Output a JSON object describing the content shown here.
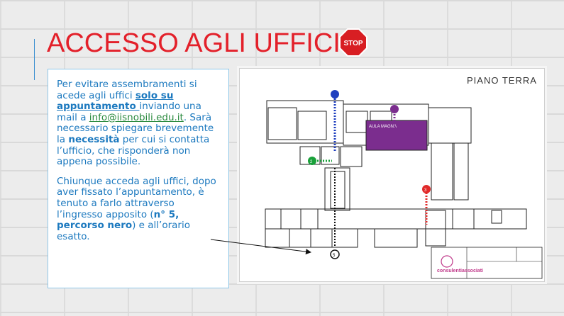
{
  "header": {
    "title": "ACCESSO AGLI UFFICI",
    "stop_sign_text": "STOP"
  },
  "paragraph1": {
    "t1": "Per evitare assembramenti si acede agli uffici ",
    "t2": "solo su appuntamento ",
    "t3": "inviando una mail a ",
    "email": "info@iisnobili.edu.it",
    "t4": ". Sarà necessario spiegare brevemente la ",
    "t5": "necessità",
    "t6": " per cui si contatta l’ufficio, che risponderà non appena possibile."
  },
  "paragraph2": {
    "t1": "Chiunque acceda agli uffici, dopo aver fissato l’appuntamento, è tenuto a farlo attraverso l’ingresso apposito (",
    "t2": "n° 5, percorso nero",
    "t3": ") e all’orario esatto."
  },
  "plan": {
    "title": "PIANO TERRA",
    "hall_label": "AULA MAGNA",
    "logo_text": "consulentiassociati",
    "markers": [
      "2",
      "3",
      "5"
    ]
  },
  "colors": {
    "title_red": "#e3202a",
    "text_blue": "#1c79bf",
    "link_green": "#2a8a3e",
    "aula_purple": "#7b2d8e"
  }
}
